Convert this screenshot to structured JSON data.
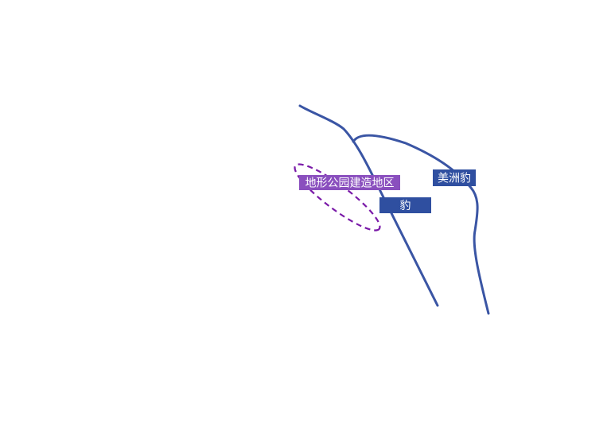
{
  "map": {
    "labels": {
      "zone_label": "地形公园建造地区",
      "leopard_label": "豹",
      "jaguar_label": "美洲豹"
    },
    "colors": {
      "background": "#ffffff",
      "route_line": "#3a55a4",
      "route_label_bg": "#2f4fa0",
      "zone_outline": "#7a1aa8",
      "zone_label_bg": "#8a4fbe",
      "label_text": "#ffffff"
    }
  }
}
